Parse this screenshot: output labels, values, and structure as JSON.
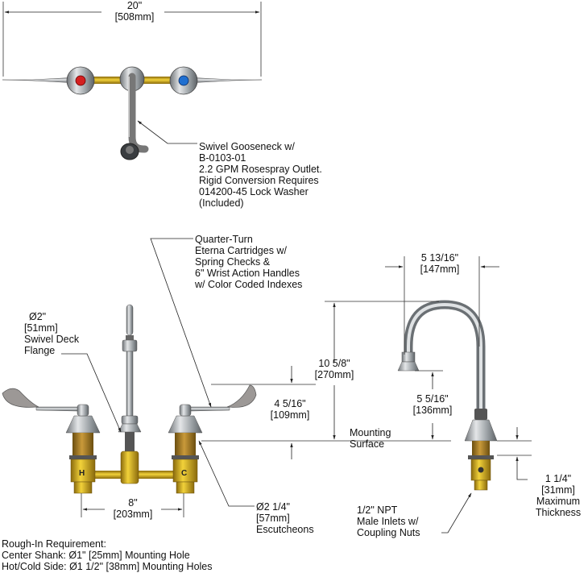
{
  "top_view": {
    "overall_width": {
      "inch": "20\"",
      "mm": "[508mm]"
    },
    "gooseneck_callout": [
      "Swivel Gooseneck w/",
      "B-0103-01",
      "2.2 GPM Rosespray Outlet.",
      "Rigid Conversion Requires",
      "014200-45 Lock Washer",
      "(Included)"
    ],
    "hot_index_color": "#d42020",
    "cold_index_color": "#1f6fd0"
  },
  "front_view": {
    "cartridge_callout": [
      "Quarter-Turn",
      "Eterna Cartridges w/",
      "Spring Checks &",
      "6\" Wrist Action Handles",
      "w/ Color Coded Indexes"
    ],
    "flange_callout": [
      "Ø2\"",
      "[51mm]",
      "Swivel Deck",
      "Flange"
    ],
    "handle_height": {
      "inch": "4 5/16\"",
      "mm": "[109mm]"
    },
    "overall_height": {
      "inch": "10 5/8\"",
      "mm": "[270mm]"
    },
    "mounting_surface": [
      "Mounting",
      "Surface"
    ],
    "center_spacing": {
      "inch": "8\"",
      "mm": "[203mm]"
    },
    "escutcheon_callout": [
      "Ø2 1/4\"",
      "[57mm]",
      "Escutcheons"
    ],
    "valve_labels": [
      "H",
      "C"
    ]
  },
  "side_view": {
    "spout_reach": {
      "inch": "5 13/16\"",
      "mm": "[147mm]"
    },
    "spout_clearance": {
      "inch": "5 5/16\"",
      "mm": "[136mm]"
    },
    "deck_thickness": {
      "inch": "1 1/4\"",
      "mm": "[31mm]",
      "note": [
        "Maximum",
        "Thickness"
      ]
    },
    "inlet_callout": [
      "1/2\" NPT",
      "Male Inlets w/",
      "Coupling Nuts"
    ]
  },
  "rough_in": [
    "Rough-In Requirement:",
    "Center Shank: Ø1\" [25mm] Mounting Hole",
    "Hot/Cold Side: Ø1 1/2\" [38mm] Mounting Holes"
  ],
  "colors": {
    "brass": "#d9b21c",
    "chrome": "#a9adb0",
    "line": "#222222"
  }
}
